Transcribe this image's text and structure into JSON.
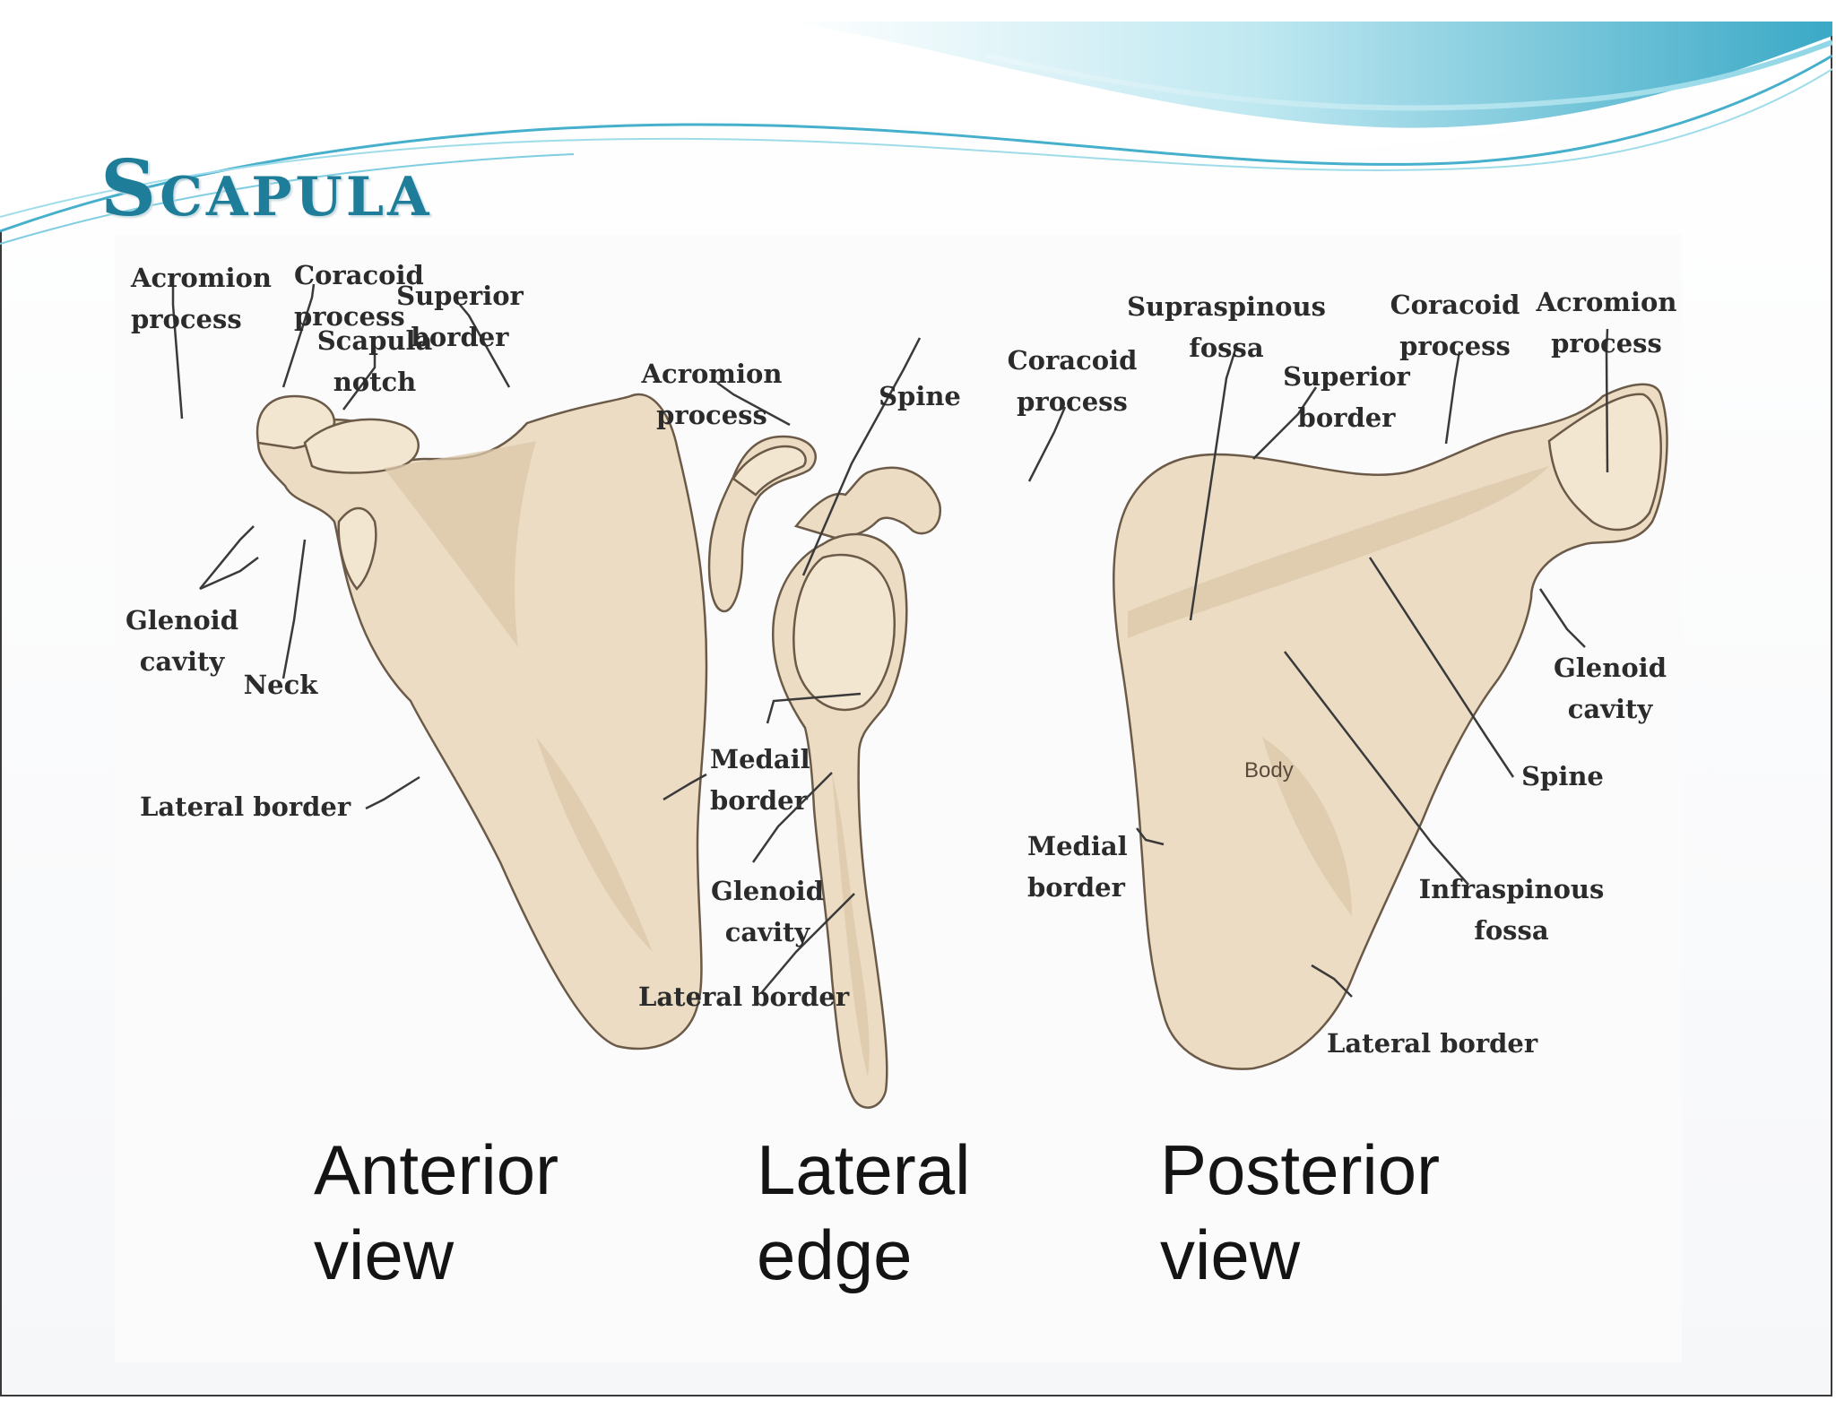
{
  "slide": {
    "title": "Scapula"
  },
  "colors": {
    "title": "#1e7d98",
    "wave_dark": "#2fa3c0",
    "wave_light": "#9fdcea",
    "bone": "#ecdcc4"
  },
  "figure": {
    "views": {
      "anterior": {
        "caption_line1": "Anterior",
        "caption_line2": "view",
        "labels": {
          "acromion": "Acromion\nprocess",
          "coracoid": "Coracoid\nprocess",
          "superior_border": "Superior\nborder",
          "scapula_notch": "Scapula\nnotch",
          "glenoid": "Glenoid\ncavity",
          "neck": "Neck",
          "lateral_border": "Lateral border",
          "medial_border": "Medail\nborder"
        }
      },
      "lateral": {
        "caption_line1": "Lateral",
        "caption_line2": "edge",
        "labels": {
          "acromion": "Acromion\nprocess",
          "spine": "Spine",
          "coracoid": "Coracoid\nprocess",
          "glenoid": "Glenoid\ncavity",
          "lateral_border": "Lateral border"
        }
      },
      "posterior": {
        "caption_line1": "Posterior",
        "caption_line2": "view",
        "labels": {
          "supraspinous": "Supraspinous\nfossa",
          "coracoid": "Coracoid\nprocess",
          "acromion": "Acromion\nprocess",
          "superior_border": "Superior\nborder",
          "glenoid": "Glenoid\ncavity",
          "spine": "Spine",
          "body": "Body",
          "infraspinous": "Infraspinous\nfossa",
          "medial_border": "Medial\nborder",
          "lateral_border": "Lateral border"
        }
      }
    }
  }
}
